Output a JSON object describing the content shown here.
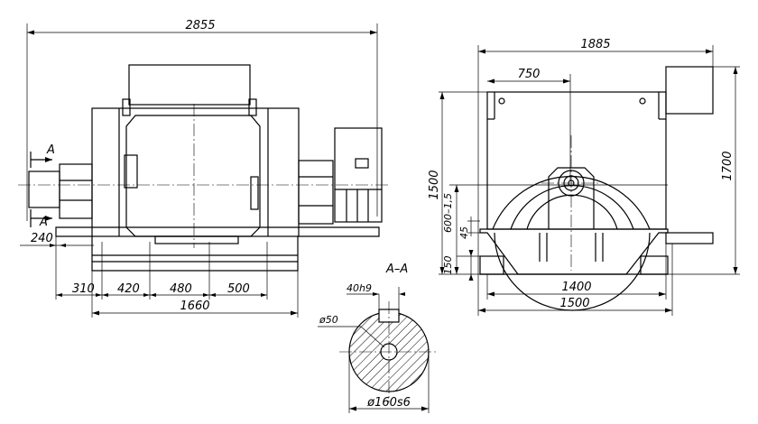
{
  "front_view": {
    "overall_length": "2855",
    "section_mark": "A",
    "shaft_offset": "240",
    "dim_310": "310",
    "dim_420": "420",
    "dim_480": "480",
    "dim_500": "500",
    "dim_1660": "1660"
  },
  "side_view": {
    "overall_width": "1885",
    "dim_750": "750",
    "overall_height": "1700",
    "height_1500": "1500",
    "shaft_height": "600–1,5",
    "dim_45": "45",
    "dim_150": "150",
    "base_1400": "1400",
    "base_1500": "1500"
  },
  "section": {
    "title": "A–A",
    "key_width": "40h9",
    "bore_dia": "ø50",
    "shaft_dia": "ø160s6"
  }
}
